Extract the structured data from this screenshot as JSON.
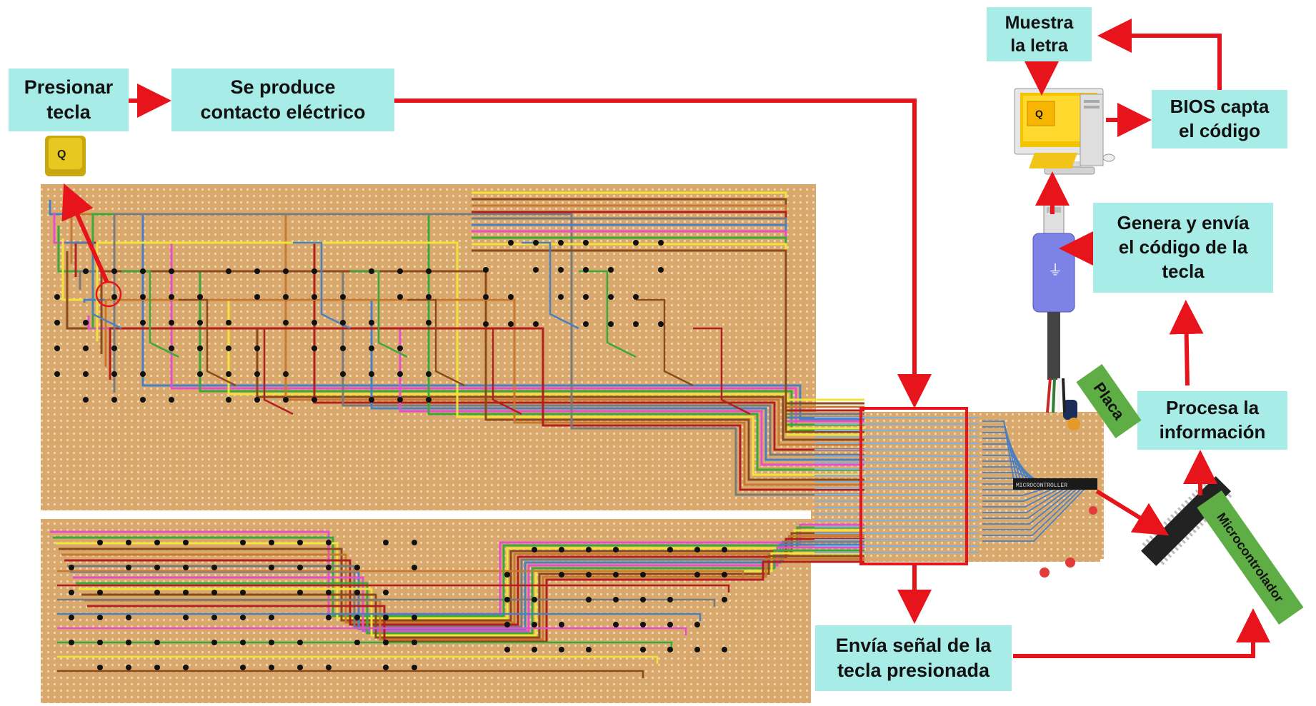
{
  "labels": {
    "press_key": "Presionar\ntecla",
    "contact": "Se produce\ncontacto eléctrico",
    "show_letter": "Muestra\nla letra",
    "bios": "BIOS capta\nel código",
    "generate_send": "Genera y envía\nel código de la\ntecla",
    "process": "Procesa la\ninformación",
    "send_signal": "Envía señal de la\ntecla presionada"
  },
  "tags": {
    "board": "Placa",
    "microcontroller": "Microcontrolador",
    "chip_text": "MICROCONTROLLER"
  },
  "keycap_letter": "Q",
  "screen_letter": "Q",
  "colors": {
    "label_bg": "#a8ece8",
    "arrow": "#e8141b",
    "board": "#d9a86c",
    "tag_green": "#5fae45",
    "wire_blue": "#4a7fc1",
    "wire_pink": "#e64fc9",
    "wire_green": "#3aa83a",
    "wire_yellow": "#f2e23a",
    "wire_brown": "#8b4a1c",
    "wire_orange": "#c87830",
    "wire_red": "#b21f1f",
    "wire_gray": "#7a7a7a",
    "wire_white": "#f2f2f2"
  },
  "icons": {
    "keycap": "keycap-icon",
    "computer": "desktop-computer-icon",
    "usb": "usb-connector-icon",
    "chip": "microcontroller-chip-icon"
  }
}
